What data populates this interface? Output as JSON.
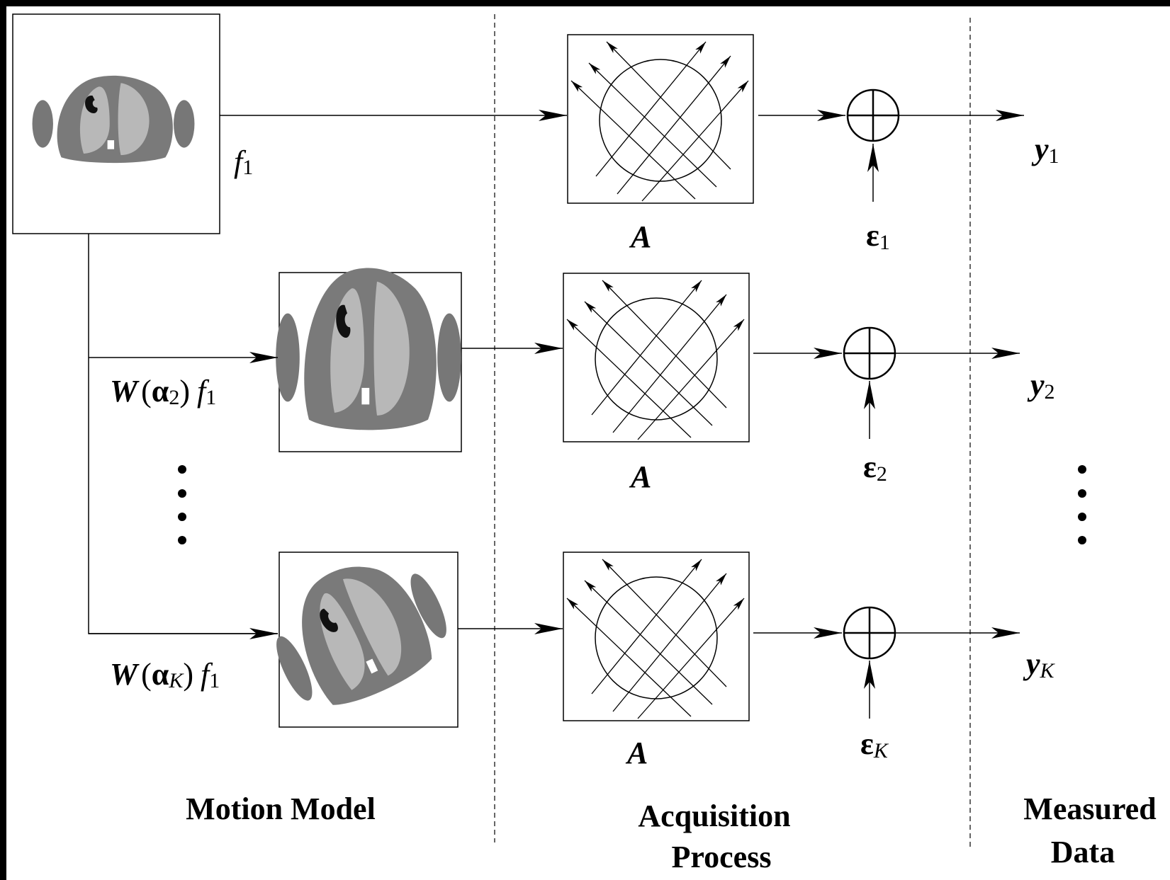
{
  "sections": {
    "motion_model": "Motion Model",
    "acquisition_line1": "Acquisition",
    "acquisition_line2": "Process",
    "measured_line1": "Measured",
    "measured_line2": "Data"
  },
  "labels": {
    "f_symbol": "f",
    "f_sub": "1",
    "warp_symbol": "W",
    "alpha_symbol": "α",
    "alpha2_sub": "2",
    "alphaK_sub": "K",
    "system_matrix": "A",
    "noise_symbol": "ε",
    "noise1_sub": "1",
    "noise2_sub": "2",
    "noiseK_sub": "K",
    "data_symbol": "y",
    "y1_sub": "1",
    "y2_sub": "2",
    "yK_sub": "K"
  }
}
